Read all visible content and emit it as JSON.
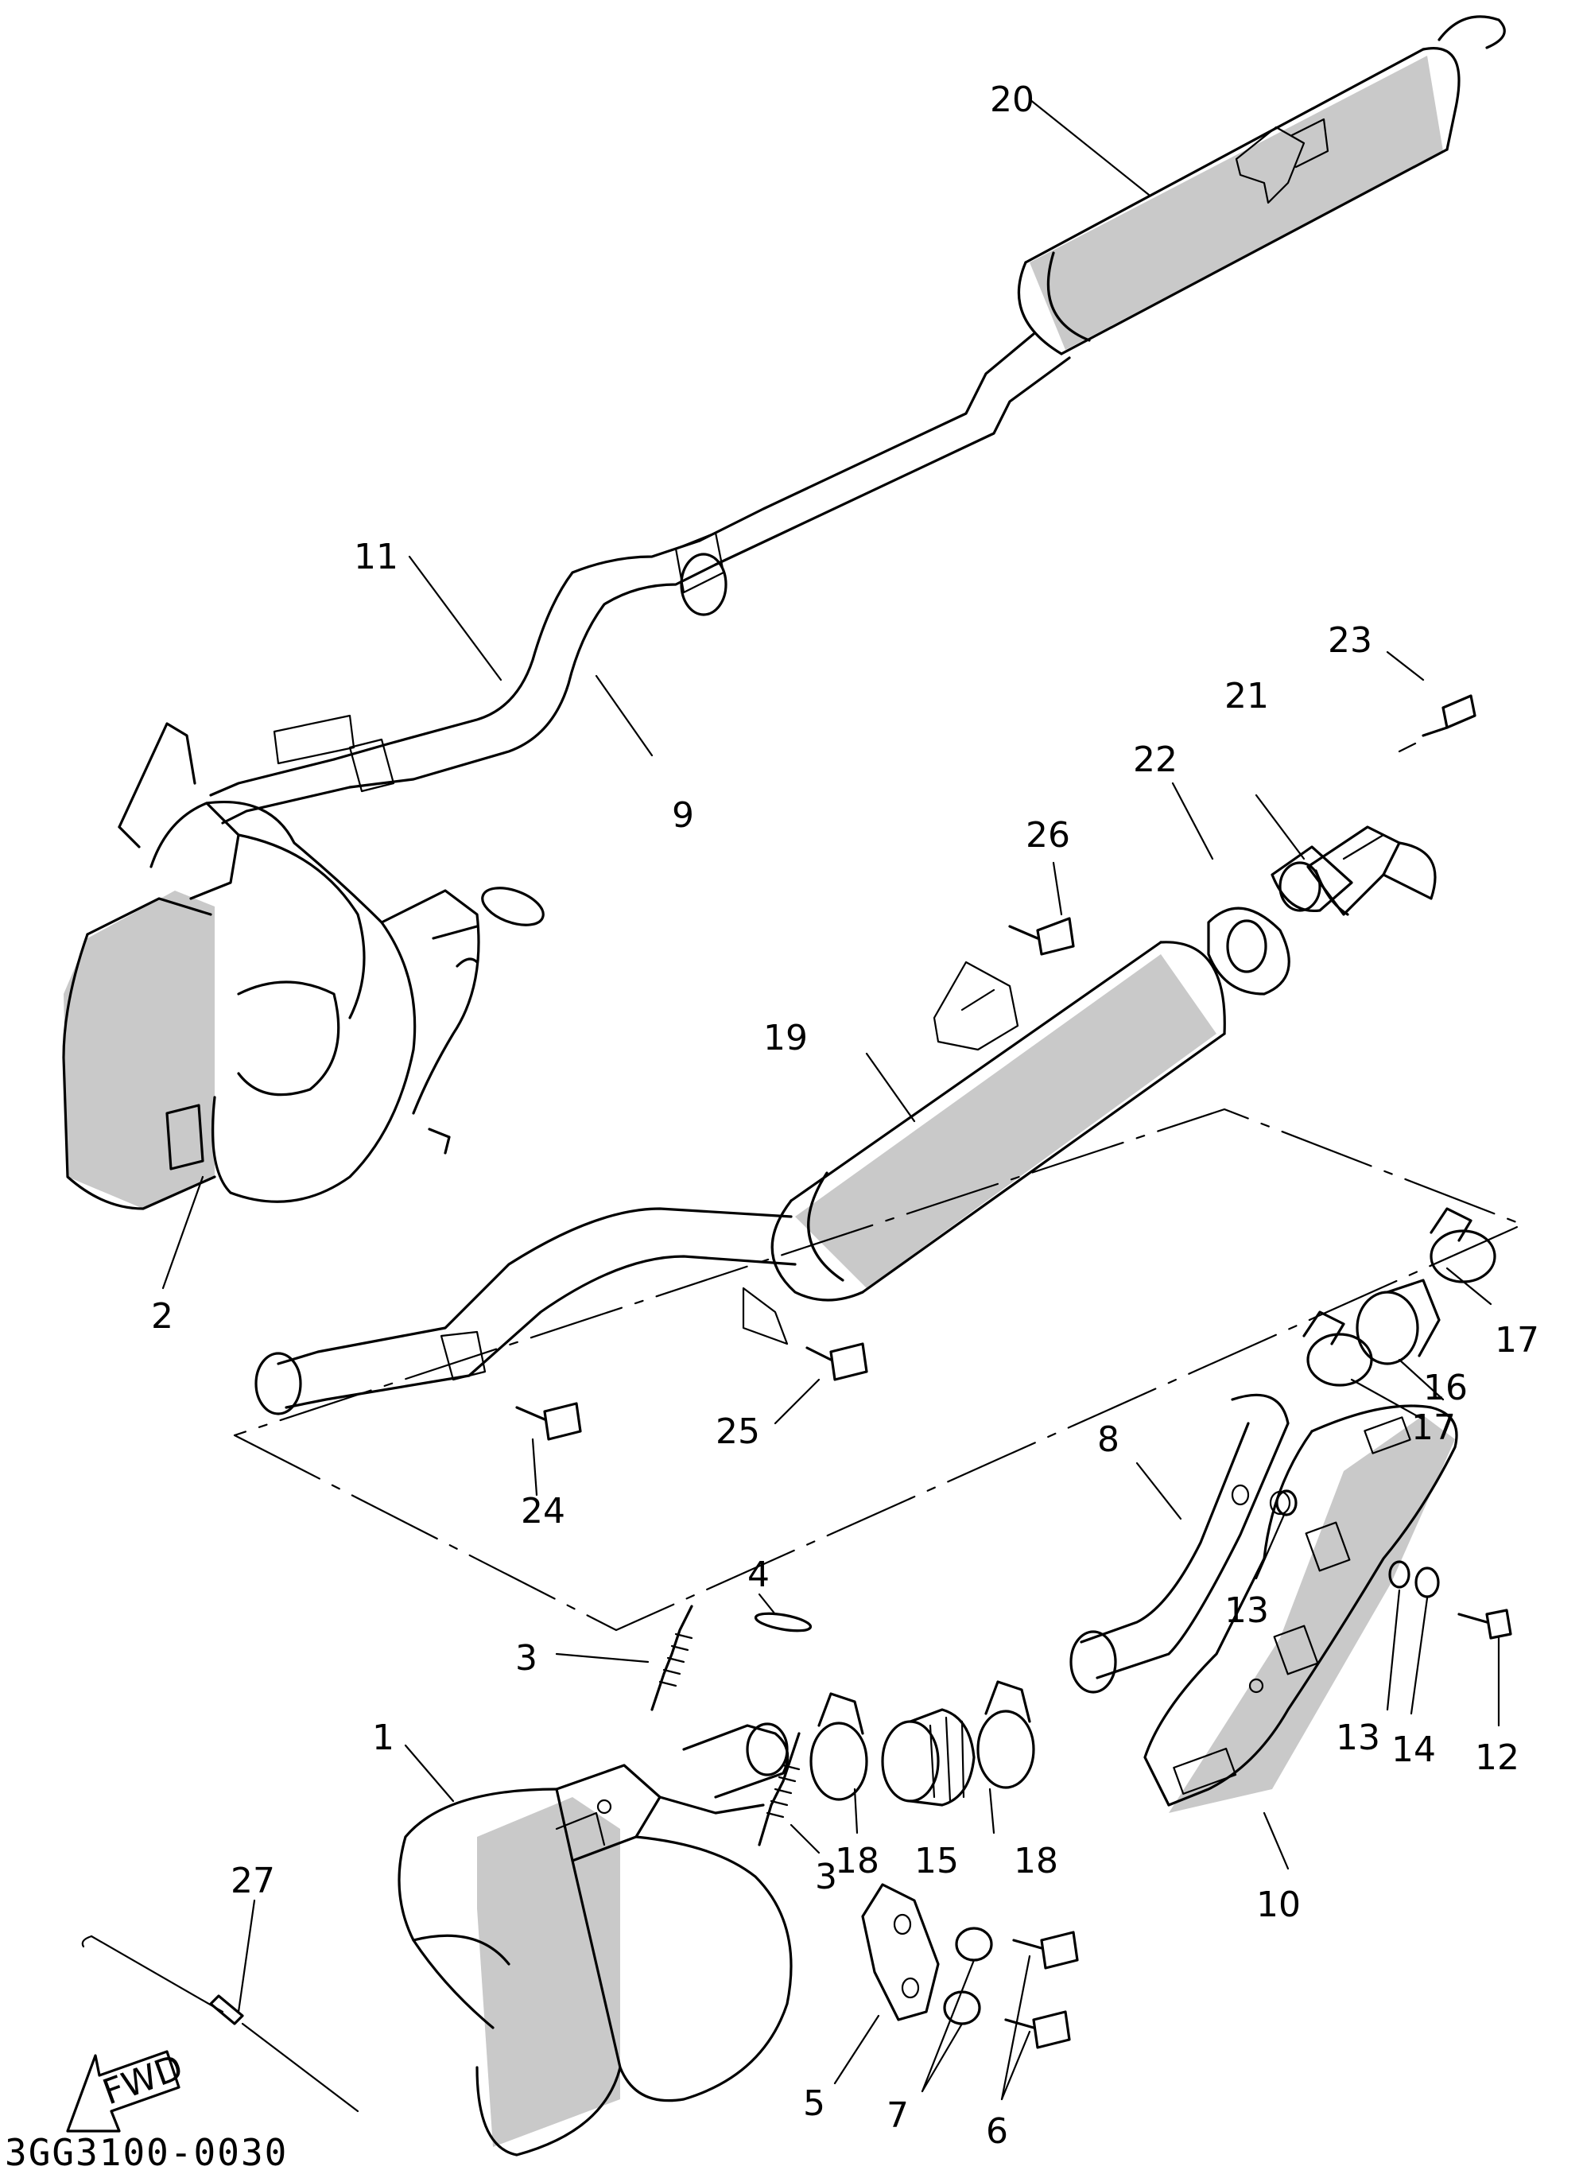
{
  "diagram": {
    "part_numbers": {
      "p1": "1",
      "p2": "2",
      "p3a": "3",
      "p3b": "3",
      "p4": "4",
      "p5": "5",
      "p6": "6",
      "p7": "7",
      "p8": "8",
      "p9": "9",
      "p10": "10",
      "p11": "11",
      "p12": "12",
      "p13a": "13",
      "p13b": "13",
      "p14": "14",
      "p15": "15",
      "p16": "16",
      "p17a": "17",
      "p17b": "17",
      "p18a": "18",
      "p18b": "18",
      "p19": "19",
      "p20": "20",
      "p21": "21",
      "p22": "22",
      "p23": "23",
      "p24": "24",
      "p25": "25",
      "p26": "26",
      "p27": "27"
    },
    "direction_label": "FWD",
    "reference_code": "3GG3100-0030"
  }
}
